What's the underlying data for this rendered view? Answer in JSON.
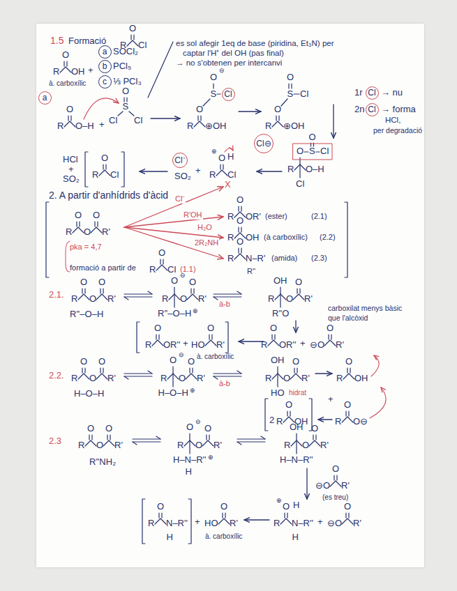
{
  "diagram": {
    "nodes": [
      {
        "text": [
          "a"
        ]
      },
      {
        "text": [
          "b"
        ]
      },
      {
        "text": [
          "c"
        ]
      },
      {
        "text": [
          "a"
        ]
      },
      {
        "text": [
          "Cl"
        ]
      },
      {
        "text": [
          "Cl⊖"
        ]
      },
      {
        "text": [
          "Cl⁻"
        ]
      },
      {
        "text": [
          "Cl"
        ]
      },
      {
        "text": [
          "Cl"
        ]
      }
    ],
    "labels": [
      "1.5",
      "Formació",
      "R",
      "O",
      "Cl",
      "R",
      "O",
      "OH",
      "à. carboxílic",
      "+",
      "SOCl₂",
      "PCl₅",
      "⅓ PCl₃",
      "es sol afegir 1eq de base (piridina, Et₃N) per",
      "captar l'H⁺ del OH (pas final)",
      "→ no s'obtenen per intercanvi",
      "R",
      "O",
      "O–H",
      "+",
      "O",
      "S",
      "Cl",
      "Cl",
      "⊖",
      "O",
      "S",
      "O",
      "R",
      "⊕OH",
      "O",
      "S",
      "Cl",
      "O",
      "R",
      "⊕OH",
      "R",
      "O",
      "S",
      "O",
      "Cl",
      "O–H",
      "Cl",
      "SO₂",
      "+",
      "R",
      "O",
      "⊕",
      "H",
      "Cl",
      "HCl",
      "+",
      "SO₂",
      "R",
      "O",
      "Cl",
      "1r",
      "→ nu",
      "2n",
      "→ forma",
      "HCl,",
      "per degradació",
      "2. A partir d'anhídrids d'àcid",
      "R",
      "O",
      "O",
      "O",
      "R'",
      "pka = 4,7",
      "formació a partir de",
      "R",
      "O",
      "Cl",
      "(1.1)",
      "Cl⁻",
      "R'OH",
      "H₂O",
      "2R₂NH",
      "X",
      "R",
      "O",
      "OR'",
      "(ester)",
      "(2.1)",
      "R",
      "O",
      "OH",
      "(à carboxílic)",
      "(2.2)",
      "R",
      "O",
      "N–R'",
      "R''",
      "(amida)",
      "(2.3)",
      "2.1.",
      "R",
      "O",
      "O",
      "O",
      "R'",
      "R''–O–H",
      "⊖",
      "R",
      "O",
      "O",
      "O",
      "R'",
      "R''–O–H",
      "⊕",
      "à-b",
      "R",
      "OH",
      "O",
      "O",
      "R'",
      "R''O",
      "carboxilat menys bàsic",
      "que l'alcòxid",
      "R",
      "O",
      "OR''",
      "+",
      "HO",
      "O",
      "R'",
      "à. carboxílic",
      "R",
      "O",
      "OR''",
      "+",
      "⊖O",
      "O",
      "R'",
      "2.2.",
      "R",
      "O",
      "O",
      "O",
      "R'",
      "H–O–H",
      "⊖",
      "R",
      "O",
      "O",
      "O",
      "R'",
      "H–O–H",
      "⊕",
      "à-b",
      "R",
      "OH",
      "O",
      "O",
      "R'",
      "HO",
      "hidrat",
      "R",
      "O",
      "OH",
      "R",
      "O",
      "O⊖",
      "+",
      "2",
      "R",
      "O",
      "OH",
      "2.3",
      "R",
      "O",
      "O",
      "O",
      "R'",
      "R''NH₂",
      "⊖",
      "R",
      "O",
      "O",
      "O",
      "R'",
      "H–N–R''",
      "⊕",
      "H",
      "R",
      "OH",
      "O",
      "O",
      "R'",
      "H–N–R''",
      "⊖O",
      "O",
      "R'",
      "(es treu)",
      "R",
      "O",
      "N–R''",
      "H",
      "+",
      "HO",
      "O",
      "R'",
      "à. carboxílic",
      "R",
      "O",
      "⊕",
      "H",
      "N–R''",
      "H",
      "+",
      "⊖O",
      "O",
      "R'"
    ]
  }
}
